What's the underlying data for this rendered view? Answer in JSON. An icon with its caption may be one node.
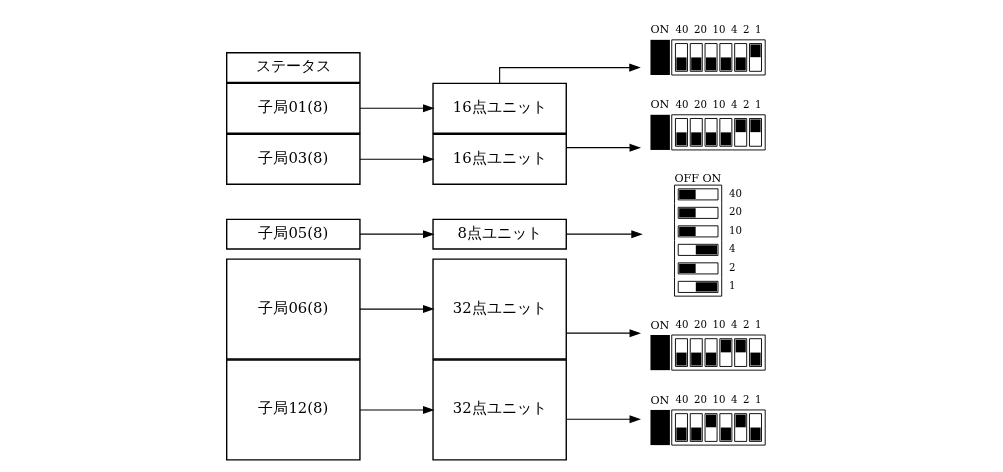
{
  "diagram": {
    "nodes": [
      {
        "text": [
          "ステータス"
        ]
      },
      {
        "text": [
          "子局01(8)"
        ]
      },
      {
        "text": [
          "子局03(8)"
        ]
      },
      {
        "text": [
          "子局05(8)"
        ]
      },
      {
        "text": [
          "子局06(8)"
        ]
      },
      {
        "text": [
          "子局12(8)"
        ]
      },
      {
        "text": [
          "16点ユニット"
        ]
      },
      {
        "text": [
          "16点ユニット"
        ]
      },
      {
        "text": [
          "8点ユニット"
        ]
      },
      {
        "text": [
          "32点ユニット"
        ]
      },
      {
        "text": [
          "32点ユニット"
        ]
      },
      {
        "text": [],
        "shape": "picture",
        "beside": [
          "ON",
          "40",
          "20",
          "10",
          "4",
          "2",
          "1"
        ]
      },
      {
        "text": [],
        "shape": "picture",
        "beside": [
          "ON",
          "40",
          "20",
          "10",
          "4",
          "2",
          "1"
        ]
      },
      {
        "text": [],
        "shape": "picture",
        "beside": [
          "OFF",
          "ON",
          "40",
          "20",
          "10",
          "4",
          "2",
          "1"
        ]
      },
      {
        "text": [],
        "shape": "picture",
        "beside": [
          "ON",
          "40",
          "20",
          "10",
          "4",
          "2",
          "1"
        ]
      },
      {
        "text": [],
        "shape": "picture",
        "beside": [
          "ON",
          "40",
          "20",
          "10",
          "4",
          "2",
          "1"
        ]
      }
    ],
    "edges": [
      {
        "from": 1,
        "to": 6,
        "arrow": "to"
      },
      {
        "from": 2,
        "to": 7,
        "arrow": "to"
      },
      {
        "from": 3,
        "to": 8,
        "arrow": "to"
      },
      {
        "from": 4,
        "to": 9,
        "arrow": "to"
      },
      {
        "from": 5,
        "to": 10,
        "arrow": "to"
      },
      {
        "from": 6,
        "to": 11,
        "arrow": "to"
      },
      {
        "from": 7,
        "to": 12,
        "arrow": "to"
      },
      {
        "from": 8,
        "to": 13,
        "arrow": "to"
      },
      {
        "from": 9,
        "to": 14,
        "arrow": "to"
      },
      {
        "from": 10,
        "to": 15,
        "arrow": "to"
      }
    ]
  }
}
